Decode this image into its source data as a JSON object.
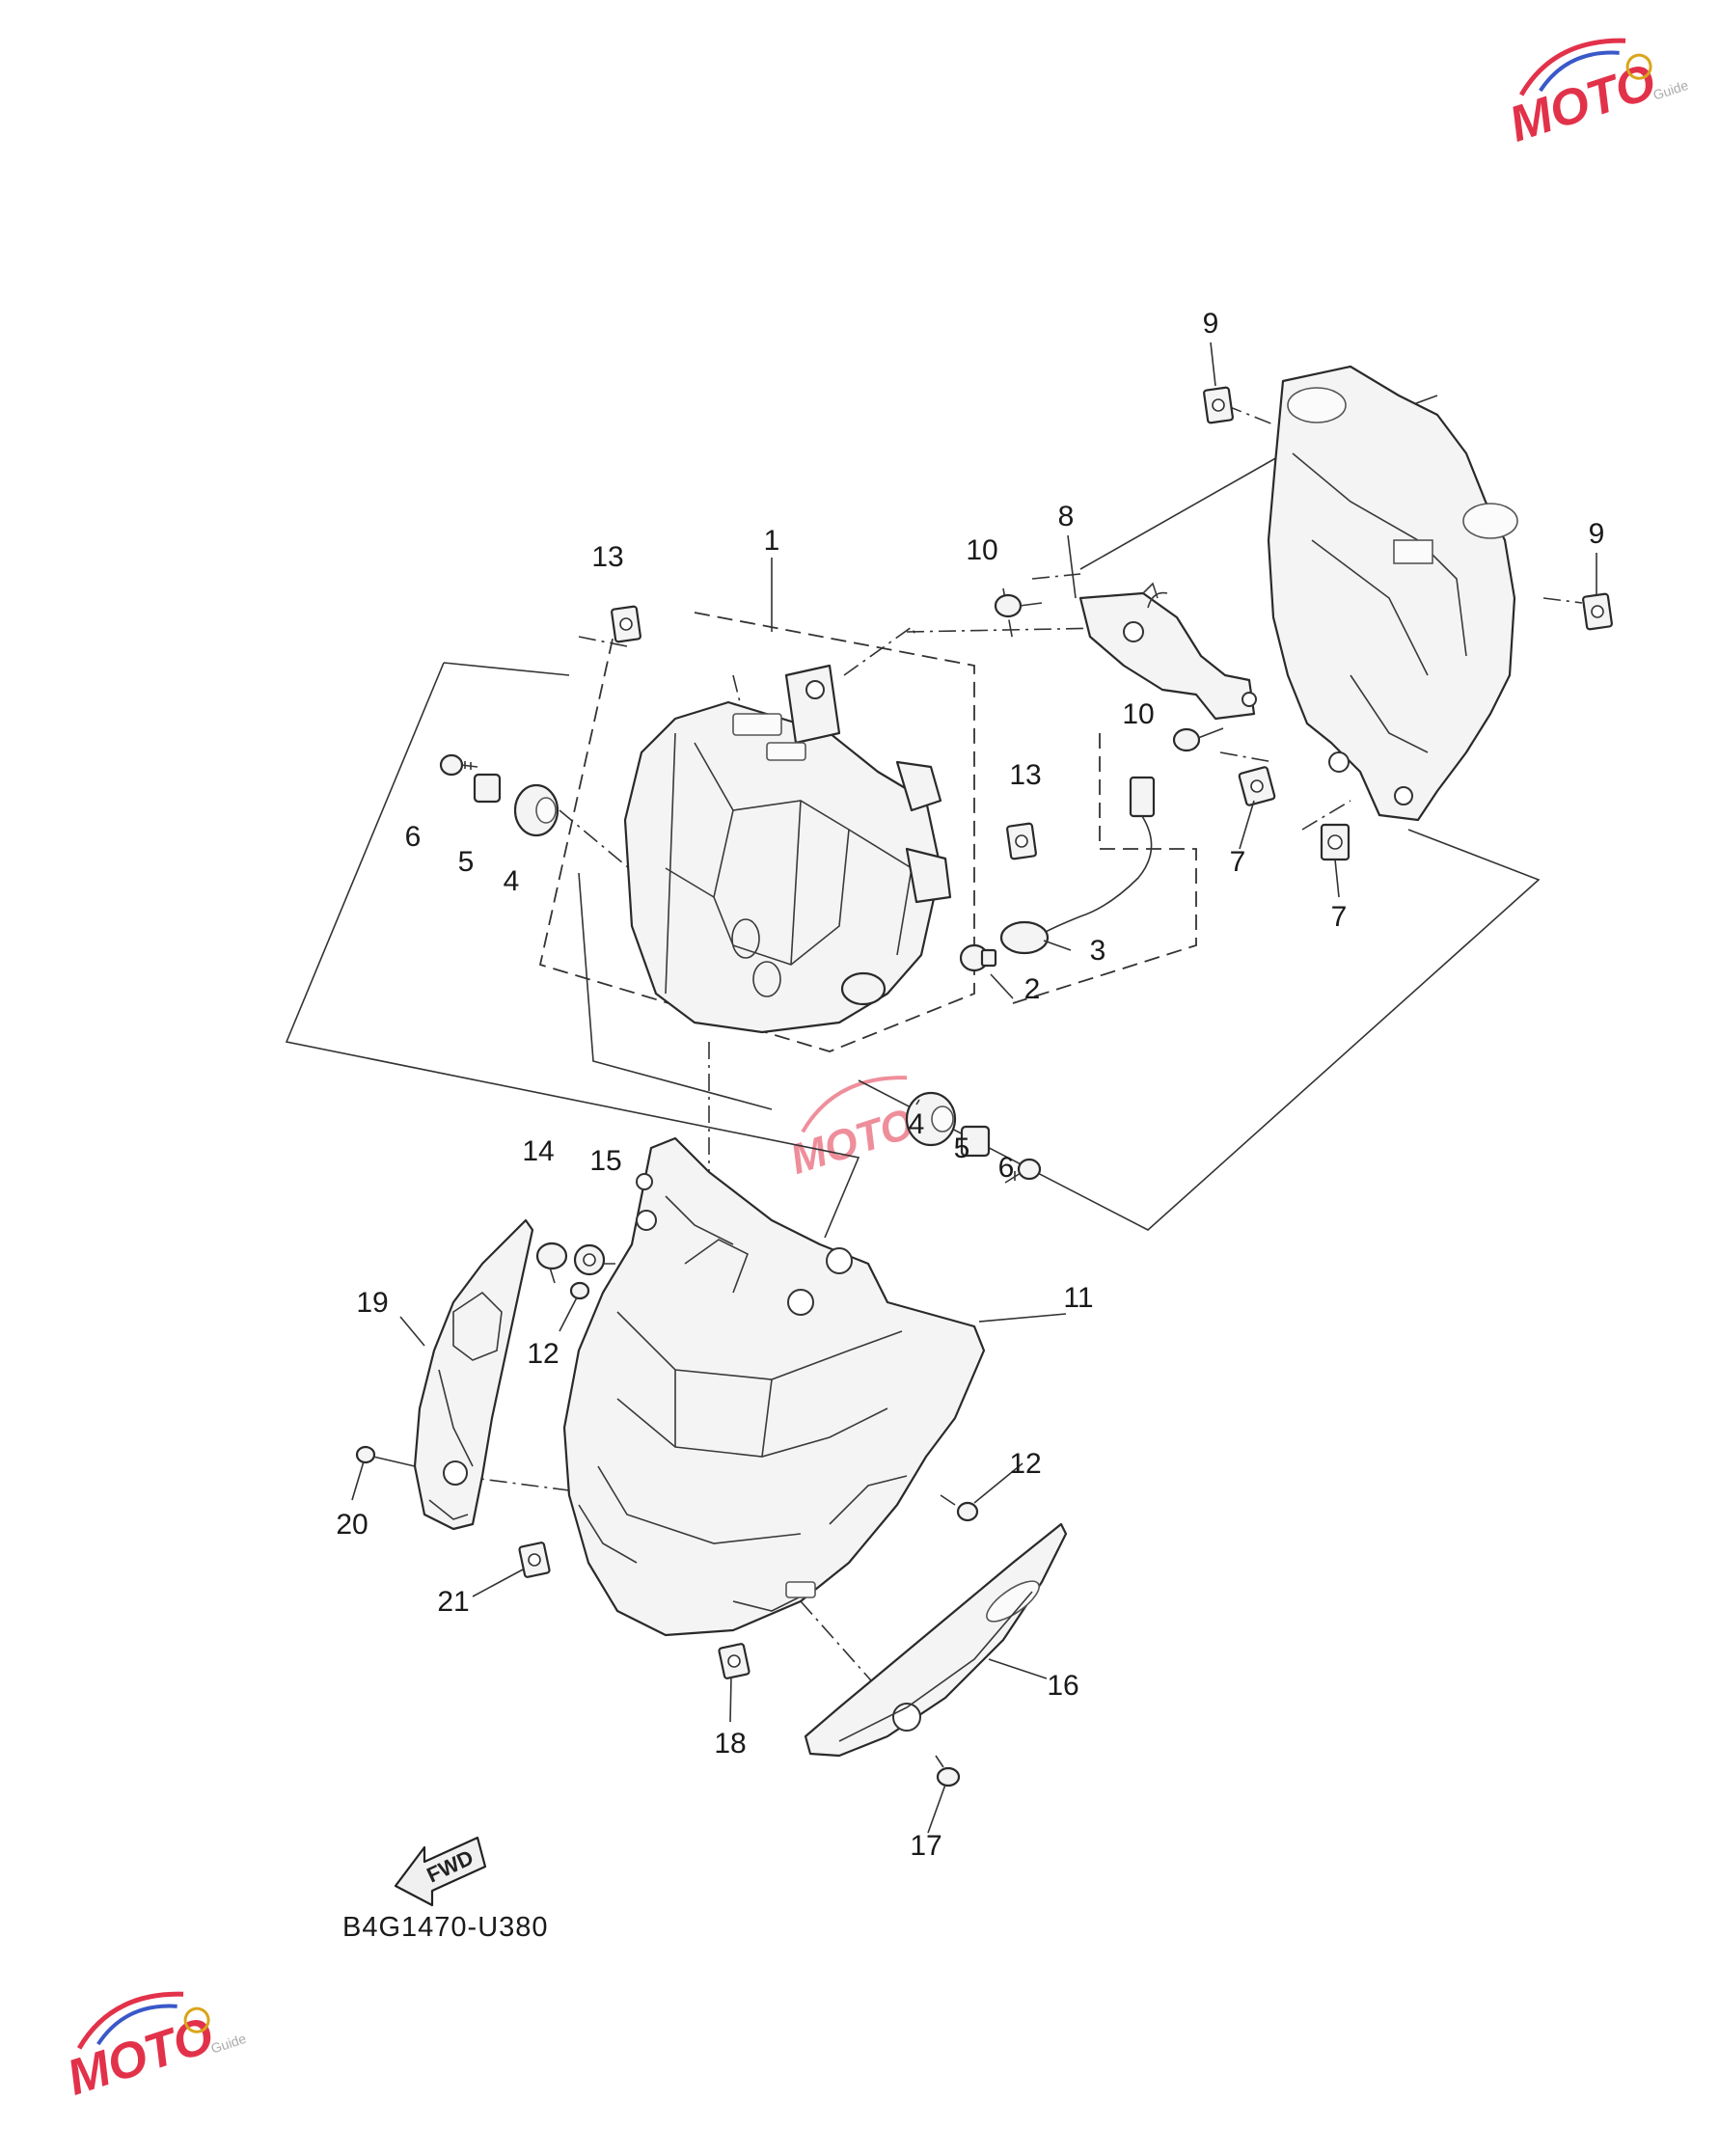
{
  "diagram": {
    "drawing_code": "B4G1470-U380",
    "fwd_label": "FWD",
    "callouts": [
      {
        "id": "c1",
        "label": "1"
      },
      {
        "id": "c2",
        "label": "2"
      },
      {
        "id": "c3",
        "label": "3"
      },
      {
        "id": "c4a",
        "label": "4"
      },
      {
        "id": "c4b",
        "label": "4"
      },
      {
        "id": "c5a",
        "label": "5"
      },
      {
        "id": "c5b",
        "label": "5"
      },
      {
        "id": "c6a",
        "label": "6"
      },
      {
        "id": "c6b",
        "label": "6"
      },
      {
        "id": "c7a",
        "label": "7"
      },
      {
        "id": "c7b",
        "label": "7"
      },
      {
        "id": "c8",
        "label": "8"
      },
      {
        "id": "c9a",
        "label": "9"
      },
      {
        "id": "c9b",
        "label": "9"
      },
      {
        "id": "c10a",
        "label": "10"
      },
      {
        "id": "c10b",
        "label": "10"
      },
      {
        "id": "c11",
        "label": "11"
      },
      {
        "id": "c12a",
        "label": "12"
      },
      {
        "id": "c12b",
        "label": "12"
      },
      {
        "id": "c13a",
        "label": "13"
      },
      {
        "id": "c13b",
        "label": "13"
      },
      {
        "id": "c14",
        "label": "14"
      },
      {
        "id": "c15",
        "label": "15"
      },
      {
        "id": "c16",
        "label": "16"
      },
      {
        "id": "c17",
        "label": "17"
      },
      {
        "id": "c18",
        "label": "18"
      },
      {
        "id": "c19",
        "label": "19"
      },
      {
        "id": "c20",
        "label": "20"
      },
      {
        "id": "c21",
        "label": "21"
      }
    ]
  },
  "watermark": {
    "text": "MOTO",
    "subtext": "Guide",
    "colors": {
      "red": "#e2324a",
      "blue": "#3a58c9",
      "gray": "#9a9a9a"
    }
  }
}
